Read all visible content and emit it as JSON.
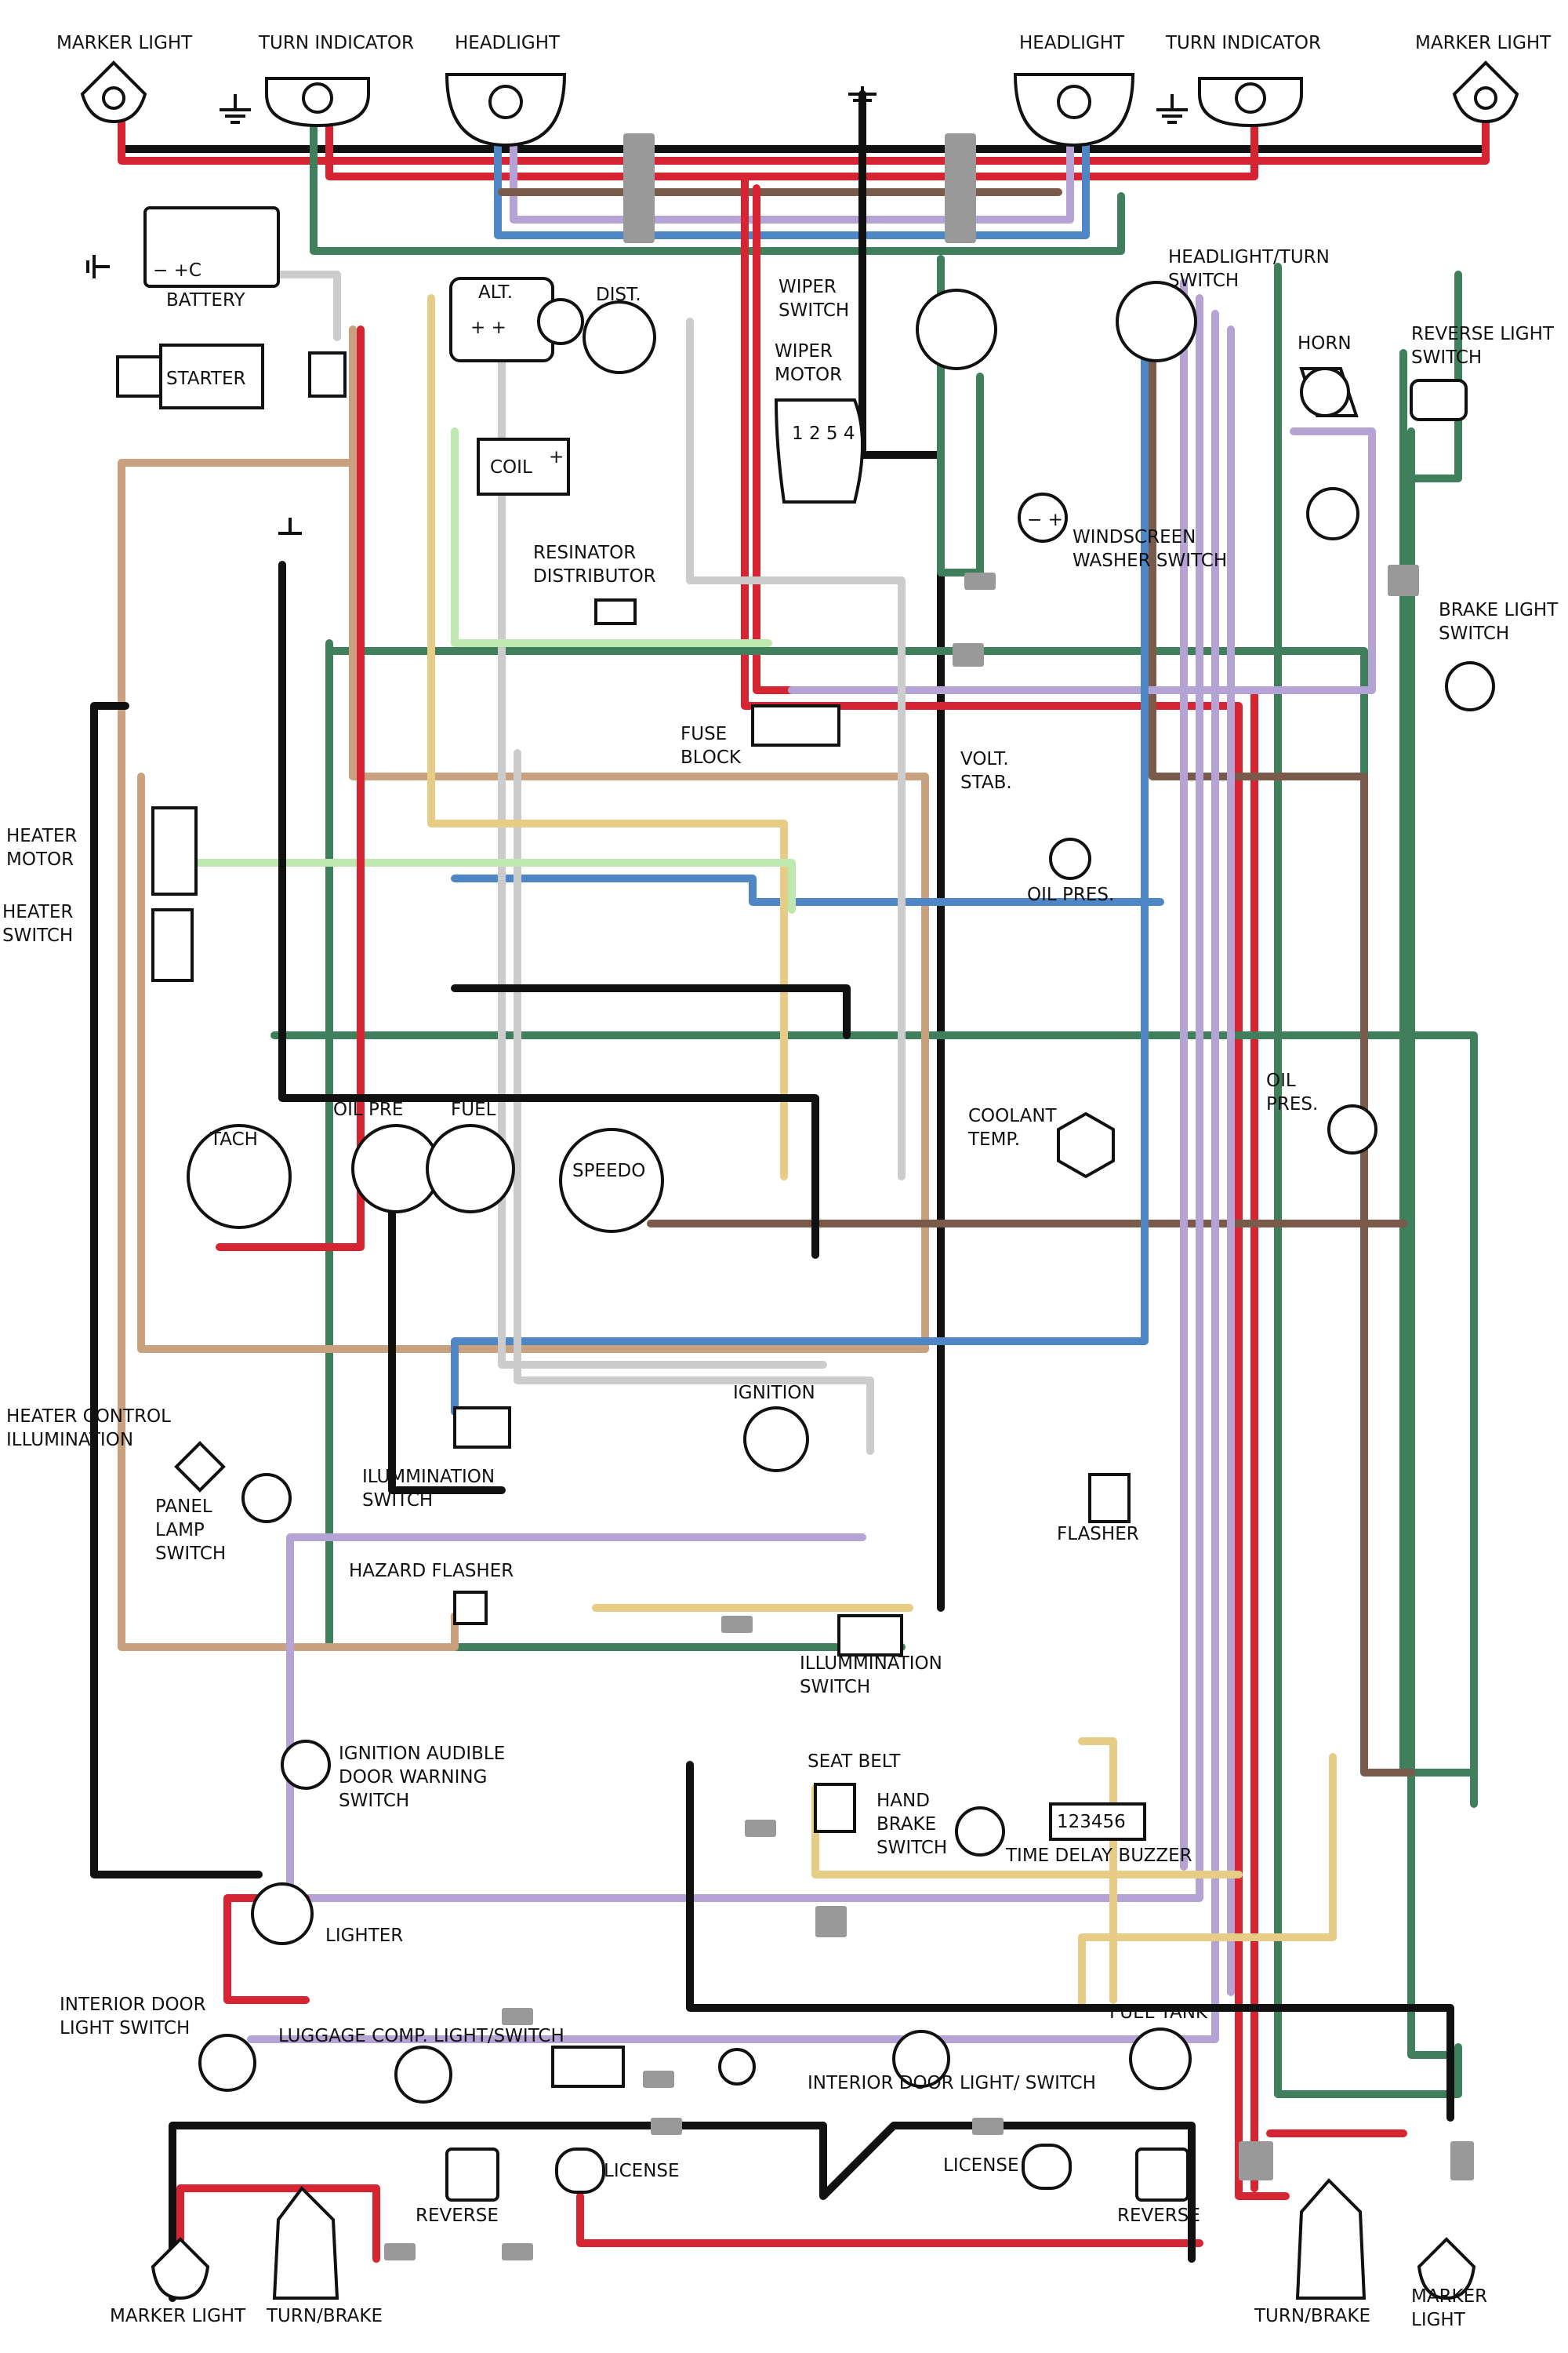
{
  "colors": {
    "black": "#111111",
    "red": "#d62433",
    "green": "#3f7f5c",
    "tan": "#c9a17f",
    "purple": "#b5a3d6",
    "blue": "#4f86c6",
    "light_gray": "#cccccc",
    "brown": "#7a5a4b",
    "yellow": "#e6cc85",
    "light_green": "#bfe8b0",
    "connector_gray": "#999999"
  },
  "labels": {
    "marker_light_fl": "MARKER LIGHT",
    "turn_indicator_fl": "TURN INDICATOR",
    "headlight_l": "HEADLIGHT",
    "headlight_r": "HEADLIGHT",
    "turn_indicator_fr": "TURN INDICATOR",
    "marker_light_fr": "MARKER LIGHT",
    "battery": "BATTERY",
    "starter": "STARTER",
    "alt": "ALT.",
    "dist": "DIST.",
    "coil": "COIL",
    "wiper_switch": "WIPER\nSWITCH",
    "wiper_motor": "WIPER\nMOTOR",
    "headlight_turn_switch": "HEADLIGHT/TURN\nSWITCH",
    "horn": "HORN",
    "reverse_light_switch": "REVERSE LIGHT\nSWITCH",
    "resinator": "RESINATOR\nDISTRIBUTOR",
    "windscreen_washer": "WINDSCREEN\nWASHER SWITCH",
    "brake_light_switch": "BRAKE LIGHT\nSWITCH",
    "fuse_block": "FUSE\nBLOCK",
    "volt_stab": "VOLT.\nSTAB.",
    "heater_motor": "HEATER\nMOTOR",
    "heater_switch": "HEATER\nSWITCH",
    "oil_pres_sender": "OIL PRES.",
    "oil_pres_right": "OIL\nPRES.",
    "tach": "TACH",
    "oil_pre_gauge": "OIL PRE",
    "fuel_gauge": "FUEL",
    "speedo": "SPEEDO",
    "coolant_temp": "COOLANT\nTEMP.",
    "heater_control_illum": "HEATER CONTROL\nILLUMINATION",
    "panel_lamp_switch": "PANEL\nLAMP\nSWITCH",
    "illumination_switch_1": "ILUMMINATION\nSWITCH",
    "ignition": "IGNITION",
    "flasher": "FLASHER",
    "hazard_flasher": "HAZARD FLASHER",
    "illumination_switch_2": "ILLUMMINATION\nSWITCH",
    "ignition_audible": "IGNITION AUDIBLE\nDOOR WARNING\nSWITCH",
    "seat_belt": "SEAT BELT",
    "hand_brake_switch": "HAND\nBRAKE\nSWITCH",
    "time_delay_buzzer": "TIME DELAY BUZZER",
    "buzzer_terminals": "123456",
    "lighter": "LIGHTER",
    "interior_door_light_switch": "INTERIOR DOOR\nLIGHT SWITCH",
    "luggage_comp": "LUGGAGE COMP. LIGHT/SWITCH",
    "fuel_tank": "FUEL TANK",
    "interior_door_light_switch_2": "INTERIOR DOOR LIGHT/ SWITCH",
    "license_l": "LICENSE",
    "license_r": "LICENSE",
    "reverse_l": "REVERSE",
    "reverse_r": "REVERSE",
    "marker_light_rl": "MARKER LIGHT",
    "turn_brake_l": "TURN/BRAKE",
    "turn_brake_r": "TURN/BRAKE",
    "marker_light_rr": "MARKER\nLIGHT",
    "wiper_pins": "1 2 5 4",
    "alt_signs": "+ +",
    "battery_signs": "− +C",
    "coil_sign": "+",
    "washer_signs": "− +"
  }
}
